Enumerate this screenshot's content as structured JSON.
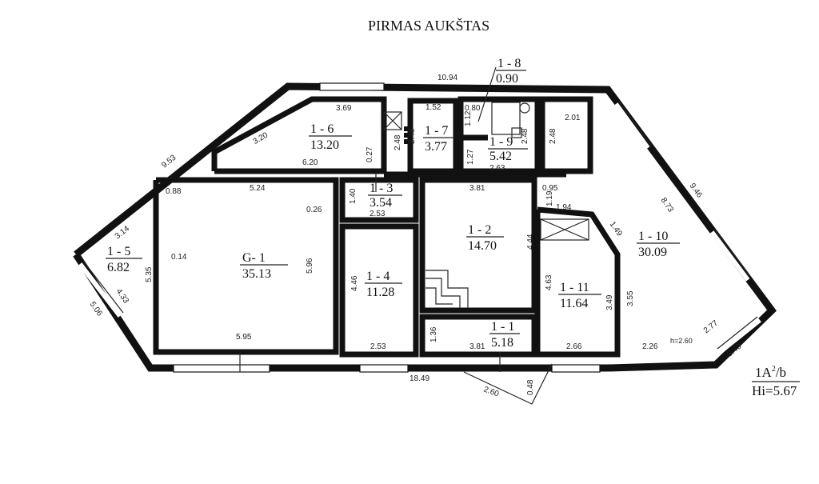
{
  "title": "PIRMAS AUKŠTAS",
  "rooms": [
    {
      "id": "G- 1",
      "area": "35.13"
    },
    {
      "id": "1 - 1",
      "area": "5.18"
    },
    {
      "id": "1 - 2",
      "area": "14.70"
    },
    {
      "id": "1 - 3",
      "area": "3.54"
    },
    {
      "id": "1 - 4",
      "area": "11.28"
    },
    {
      "id": "1 - 5",
      "area": "6.82"
    },
    {
      "id": "1 - 6",
      "area": "13.20"
    },
    {
      "id": "1 - 7",
      "area": "3.77"
    },
    {
      "id": "1 - 8",
      "area": "0.90"
    },
    {
      "id": "1 - 9",
      "area": "5.42"
    },
    {
      "id": "1 - 10",
      "area": "30.09"
    },
    {
      "id": "1 - 11",
      "area": "11.64"
    }
  ],
  "dimensions": {
    "d_10_94": "10.94",
    "d_3_69": "3.69",
    "d_3_20": "3.20",
    "d_6_20": "6.20",
    "d_9_53": "9.53",
    "d_0_27": "0.27",
    "d_2_48a": "2.48",
    "d_1_52": "1.52",
    "d_2_48b": "2.48",
    "d_0_80": "0.80",
    "d_1_12": "1.12",
    "d_2_48c": "2.48",
    "d_1_27": "1.27",
    "d_2_63": "2.63",
    "d_2_01": "2.01",
    "d_2_48d": "2.48",
    "d_0_88": "0.88",
    "d_5_24": "5.24",
    "d_0_26": "0.26",
    "d_1_40": "1.40",
    "d_2_53a": "2.53",
    "d_3_81a": "3.81",
    "d_0_95": "0.95",
    "d_1_19": "1.19",
    "d_1_94": "1.94",
    "d_1_49": "1.49",
    "d_8_73": "8.73",
    "d_9_46": "9.46",
    "d_3_14": "3.14",
    "d_0_14": "0.14",
    "d_5_35": "5.35",
    "d_5_96": "5.96",
    "d_4_46": "4.46",
    "d_4_44": "4.44",
    "d_4_63": "4.63",
    "d_3_49": "3.49",
    "d_3_55": "3.55",
    "d_4_33": "4.33",
    "d_5_06": "5.06",
    "d_5_95": "5.95",
    "d_2_53b": "2.53",
    "d_1_36": "1.36",
    "d_3_81b": "3.81",
    "d_2_66": "2.66",
    "d_2_26": "2.26",
    "d_h": "h=2.60",
    "d_2_77": "2.77",
    "d_3_40": "3.40",
    "d_18_49": "18.49",
    "d_2_60": "2.60",
    "d_0_48": "0.48"
  },
  "legend": {
    "class_main": "1A",
    "class_sup": "2",
    "class_suffix": "/b",
    "hi": "Hi=5.67"
  }
}
